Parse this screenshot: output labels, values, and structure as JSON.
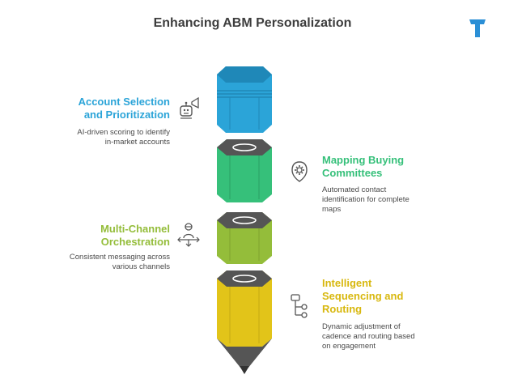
{
  "title": "Enhancing ABM Personalization",
  "colors": {
    "blue": "#2ba4d8",
    "green": "#36c07a",
    "lime": "#94bd3a",
    "yellow": "#e2c419",
    "dark": "#555555",
    "logo": "#2b8fd6"
  },
  "steps": [
    {
      "heading_line1": "Account Selection",
      "heading_line2": "and Prioritization",
      "desc_line1": "AI-driven scoring to identify",
      "desc_line2": "in-market accounts",
      "icon": "robot-megaphone-icon"
    },
    {
      "heading_line1": "Mapping Buying",
      "heading_line2": "Committees",
      "desc_line1": "Automated contact",
      "desc_line2": "identification for complete",
      "desc_line3": "maps",
      "icon": "gear-shield-icon"
    },
    {
      "heading_line1": "Multi-Channel",
      "heading_line2": "Orchestration",
      "desc_line1": "Consistent messaging across",
      "desc_line2": "various channels",
      "icon": "person-arrows-icon"
    },
    {
      "heading_line1": "Intelligent",
      "heading_line2": "Sequencing and",
      "heading_line3": "Routing",
      "desc_line1": "Dynamic adjustment of",
      "desc_line2": "cadence and routing based",
      "desc_line3": "on engagement",
      "icon": "flowchart-icon"
    }
  ]
}
